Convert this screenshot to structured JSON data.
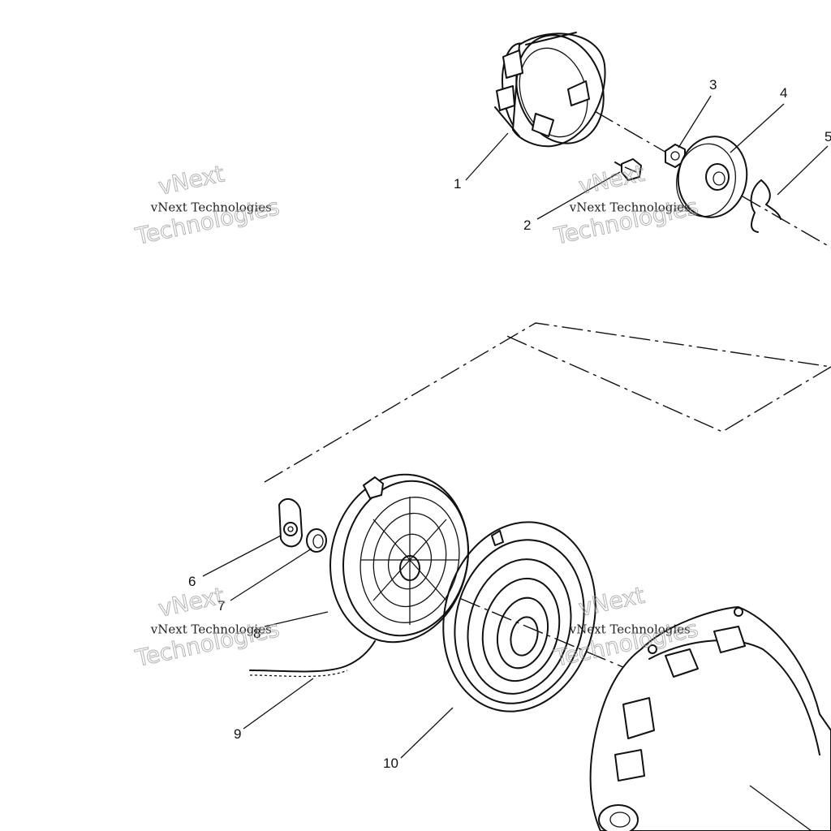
{
  "diagram": {
    "callouts": [
      "1",
      "2",
      "3",
      "4",
      "5",
      "6",
      "7",
      "8",
      "9",
      "10"
    ],
    "watermark": {
      "line1": "vNext",
      "line2": "vNext Technologies",
      "line3": "Technologies"
    }
  }
}
